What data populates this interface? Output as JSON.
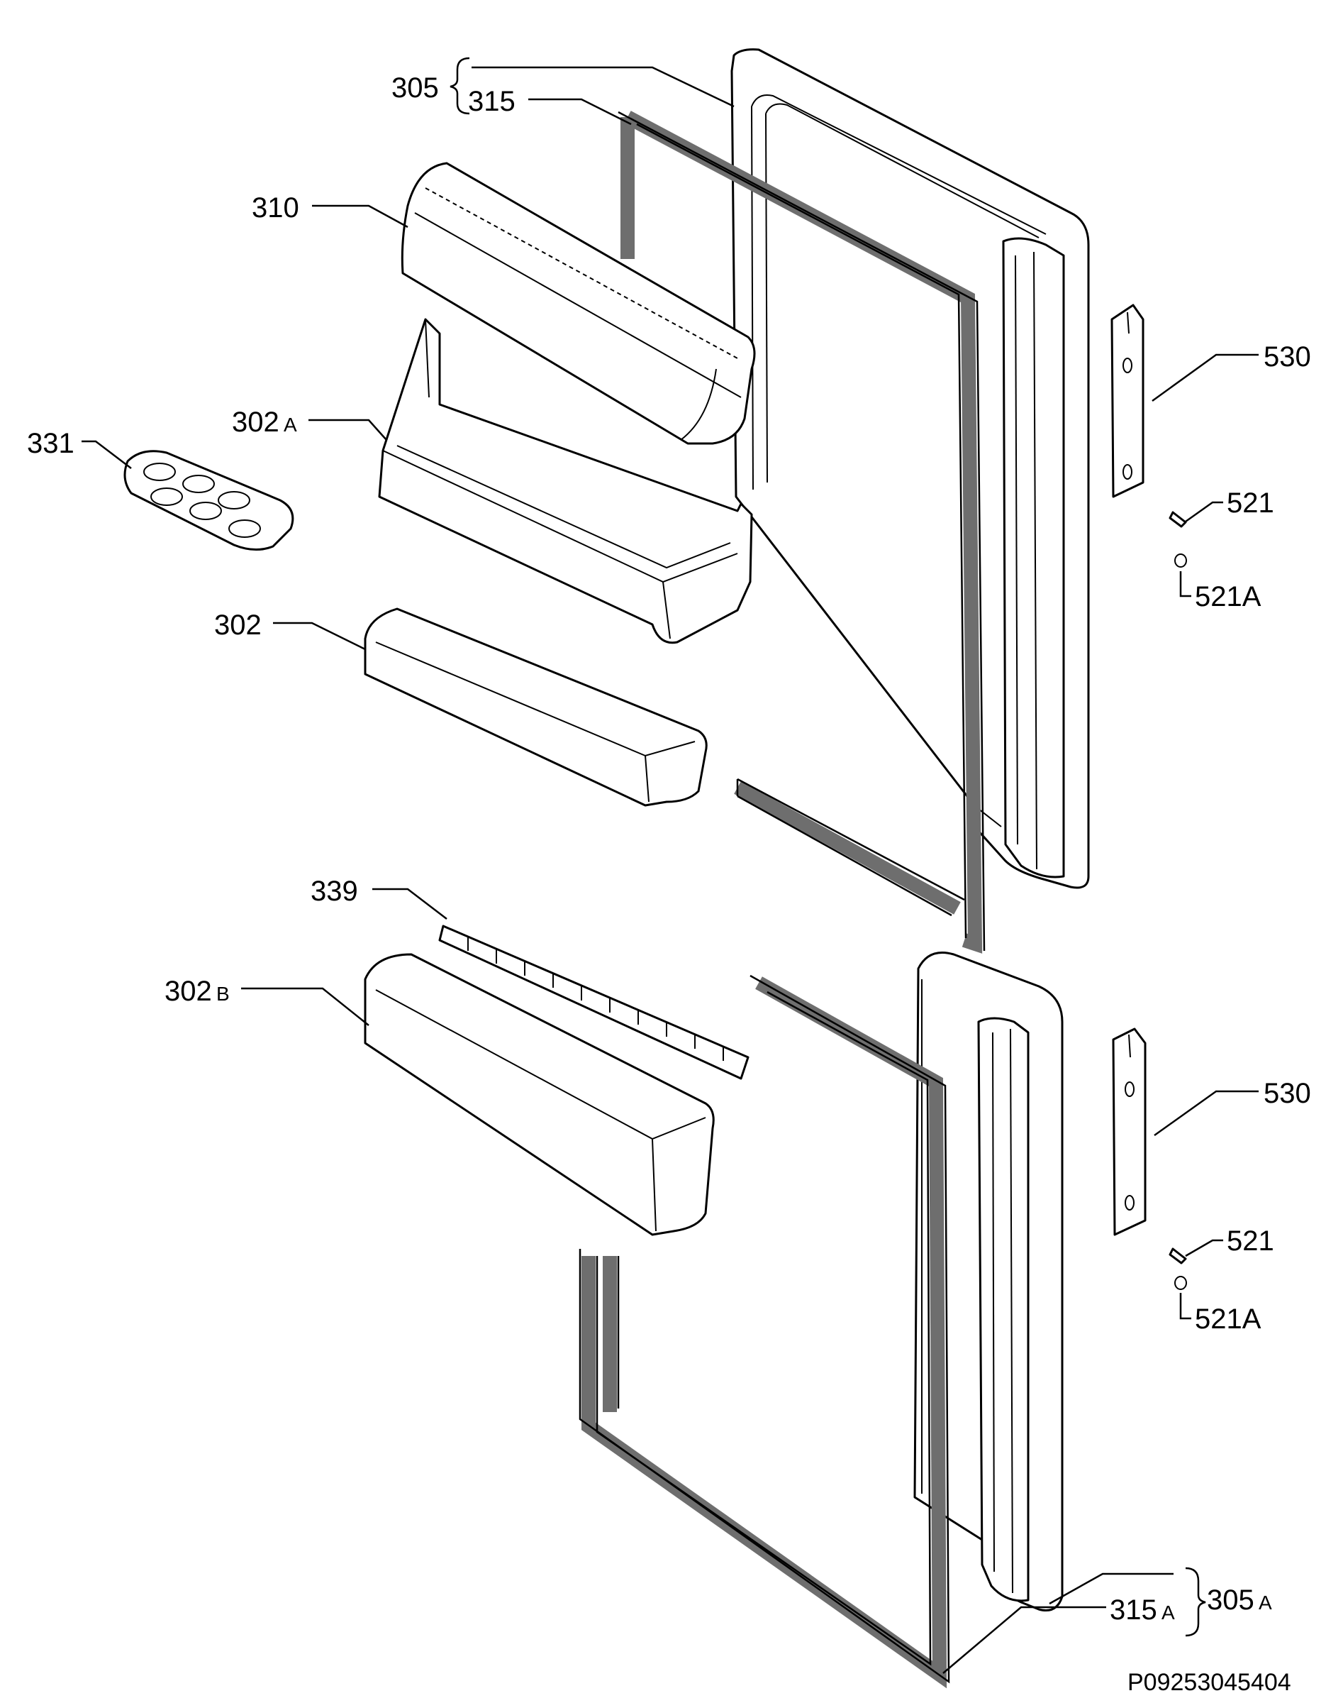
{
  "labels": {
    "l305": "305",
    "l315": "315",
    "l310": "310",
    "l302A": "302",
    "l302A_suffix": "A",
    "l331": "331",
    "l302": "302",
    "l339": "339",
    "l302B": "302",
    "l302B_suffix": "B",
    "l530_top": "530",
    "l521_top": "521",
    "l521A_top": "521A",
    "l530_bot": "530",
    "l521_bot": "521",
    "l521A_bot": "521A",
    "l305A": "305",
    "l305A_suffix": "A",
    "l315A": "315",
    "l315A_suffix": "A"
  },
  "drawing_code": "P09253045404",
  "colors": {
    "line": "#000000",
    "gasket": "#6e6e6e",
    "background": "#ffffff"
  }
}
